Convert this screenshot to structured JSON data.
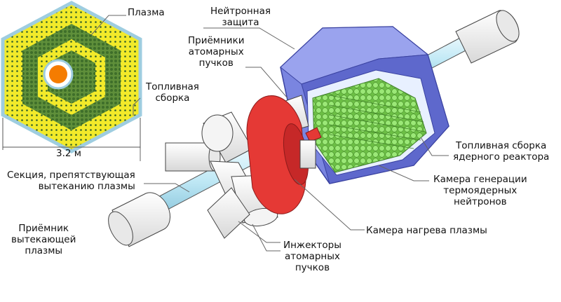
{
  "labels": {
    "plasma": "Плазма",
    "neutron_shield": [
      "Нейтронная",
      "защита"
    ],
    "atomic_beam_receivers": [
      "Приёмники",
      "атомарных",
      "пучков"
    ],
    "fuel_assembly_left": [
      "Топливная",
      "сборка"
    ],
    "scale": "3.2 м",
    "fuel_assembly_reactor": [
      "Топливная сборка",
      "ядерного реактора"
    ],
    "neutron_generation_chamber": [
      "Камера генерации",
      "термоядерных",
      "нейтронов"
    ],
    "plasma_section": [
      "Секция, препятствующая",
      "вытеканию плазмы"
    ],
    "escaping_plasma_receiver": [
      "Приёмник",
      "вытекающей",
      "плазмы"
    ],
    "heating_chamber": "Камера нагрева плазмы",
    "beam_injectors": [
      "Инжекторы",
      "атомарных",
      "пучков"
    ]
  },
  "colors": {
    "hex_fill": "#f2ea2a",
    "hex_border": "#9ecde0",
    "dot_green": "#2e7d32",
    "core_orange": "#f57c00",
    "shield_blue": "#7a85e0",
    "shield_dark": "#4f59b8",
    "rod_green": "#8fe06a",
    "ring_red": "#e53935",
    "pipe_blue": "#bfe8f5",
    "cylinder_gray": "#f2f2f2"
  }
}
